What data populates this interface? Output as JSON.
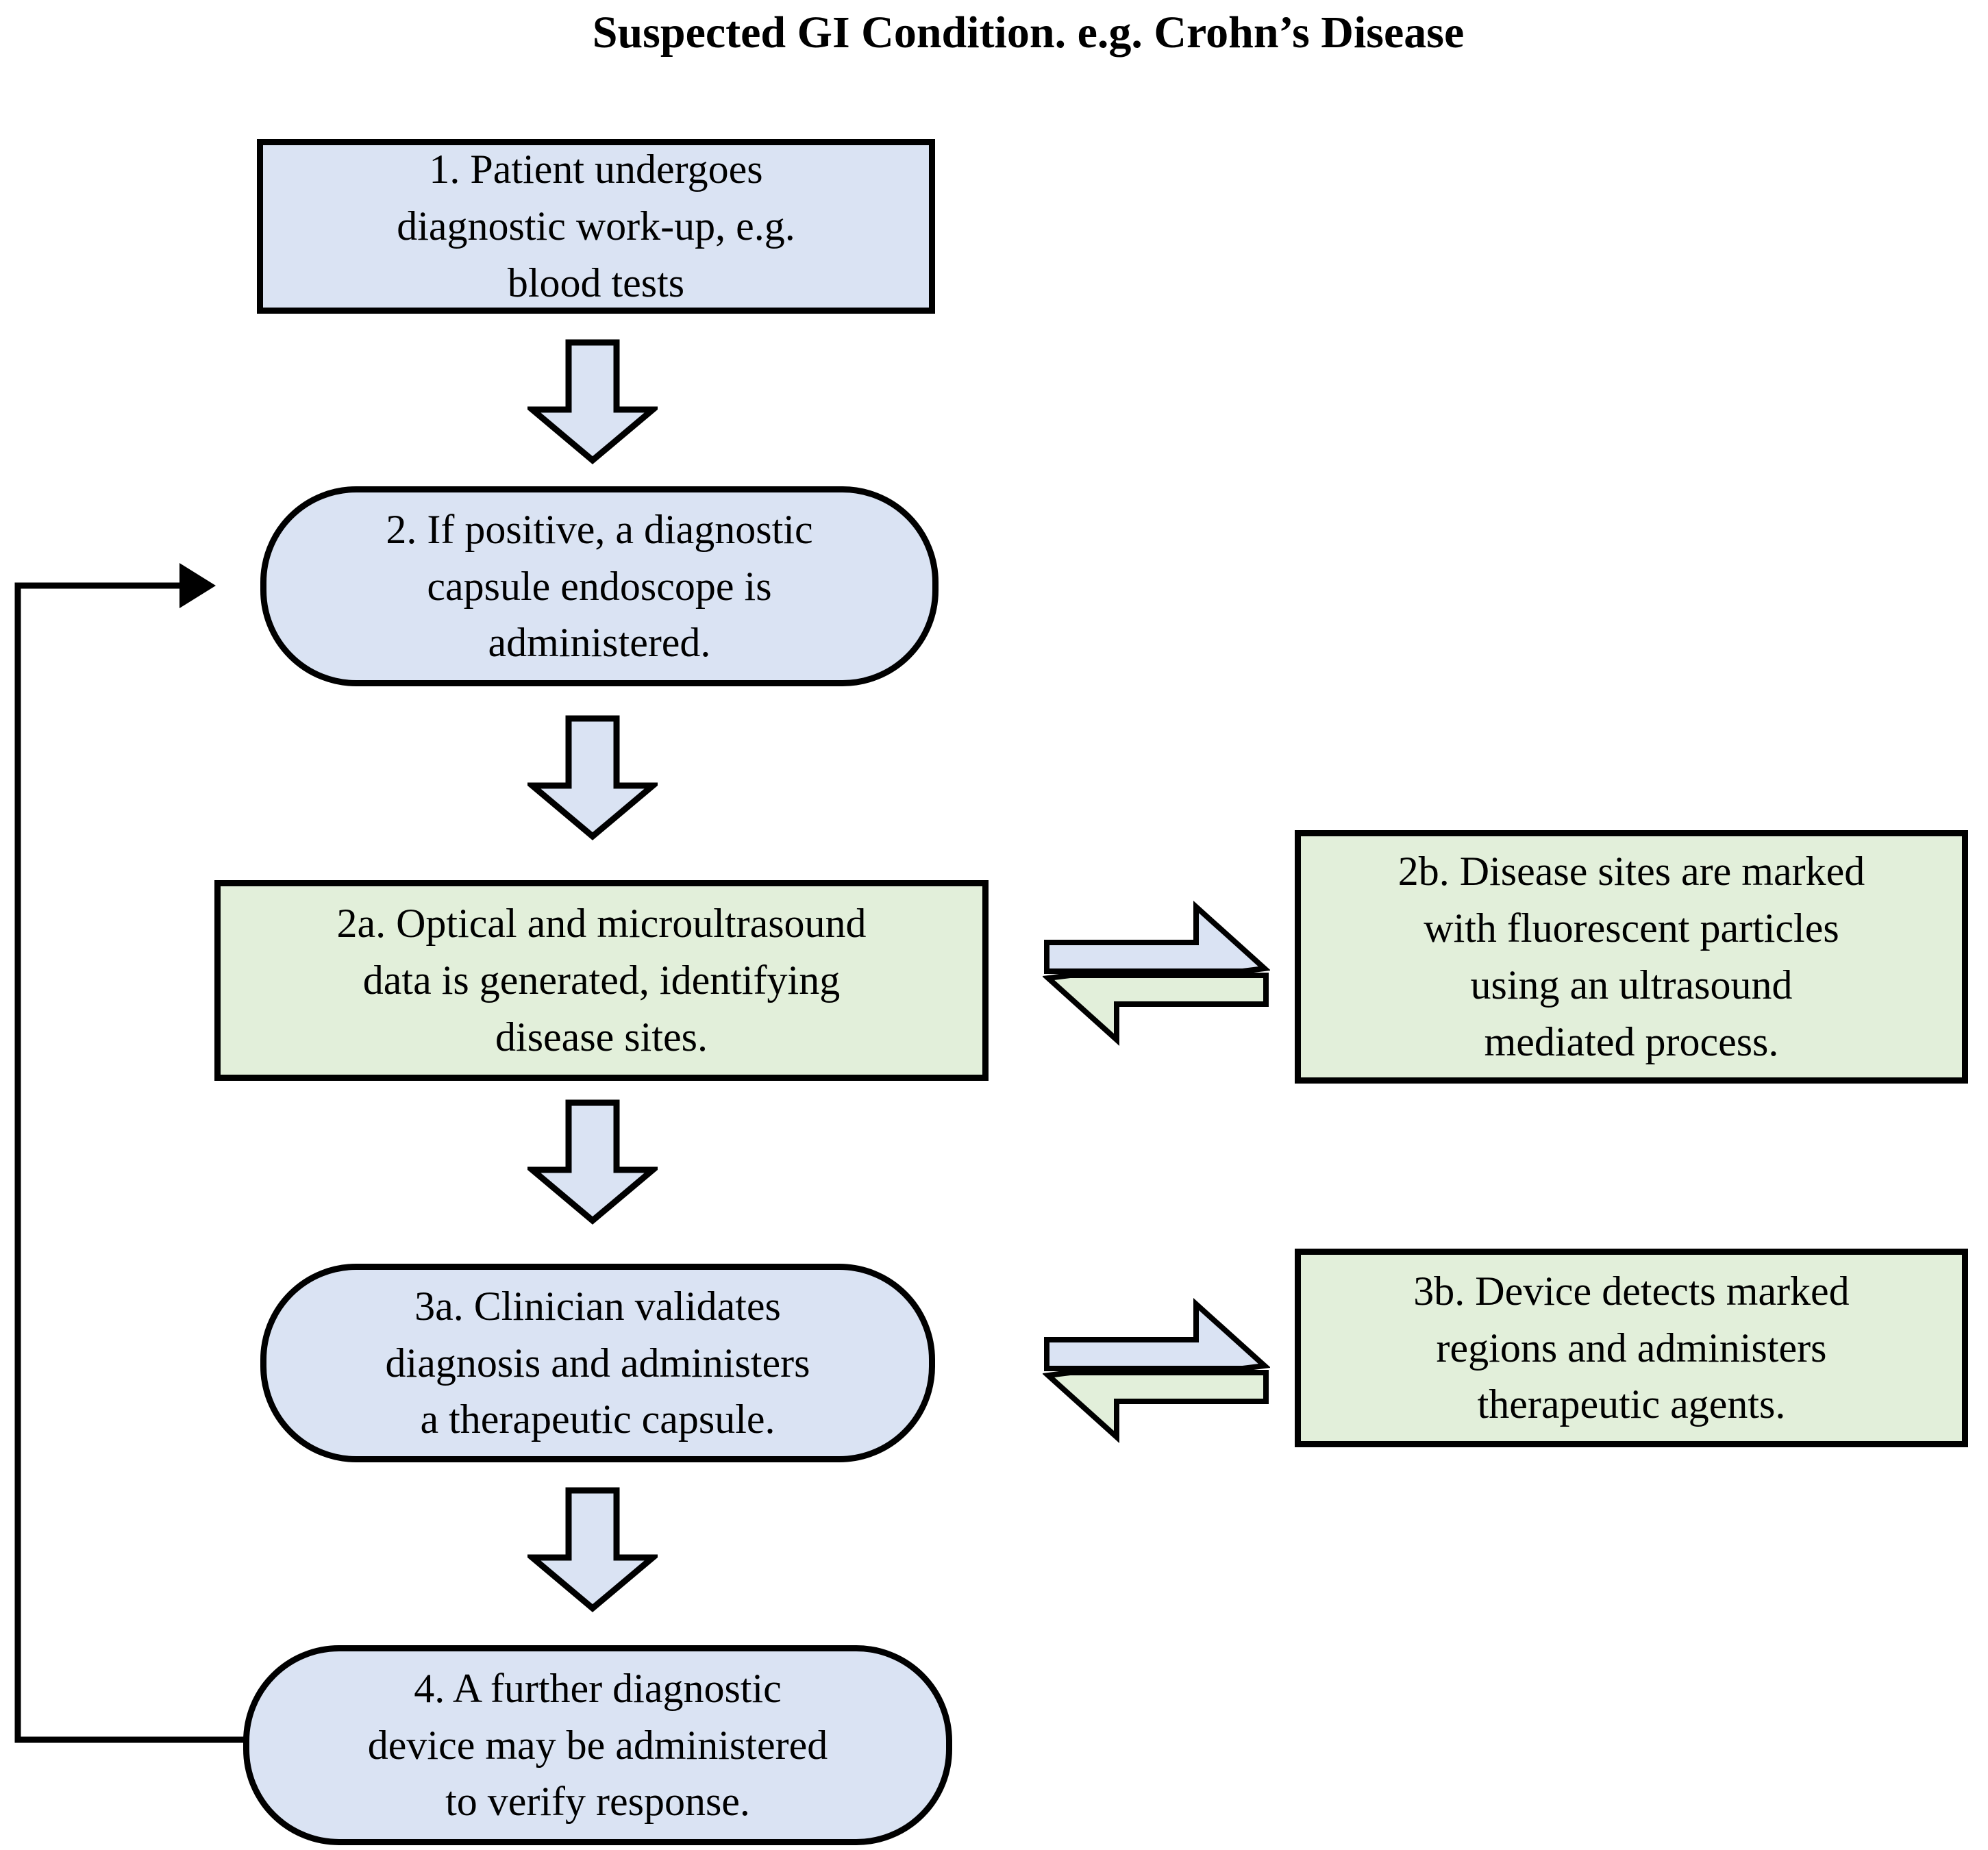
{
  "title": "Suspected GI Condition. e.g. Crohn’s Disease",
  "colors": {
    "box_blue": "#dae3f3",
    "box_green": "#e2efda",
    "outline": "#000000",
    "background": "#ffffff"
  },
  "nodes": [
    {
      "id": "1",
      "shape": "rectangle",
      "color": "blue",
      "text": "1. Patient undergoes\ndiagnostic work-up, e.g.\nblood tests"
    },
    {
      "id": "2",
      "shape": "stadium",
      "color": "blue",
      "text": "2. If positive, a diagnostic\ncapsule endoscope is\nadministered."
    },
    {
      "id": "2a",
      "shape": "rectangle",
      "color": "green",
      "text": "2a. Optical and microultrasound\ndata is generated, identifying\ndisease sites."
    },
    {
      "id": "2b",
      "shape": "rectangle",
      "color": "green",
      "text": "2b. Disease sites are marked\nwith fluorescent particles\nusing an ultrasound\nmediated process."
    },
    {
      "id": "3a",
      "shape": "stadium",
      "color": "blue",
      "text": "3a. Clinician validates\ndiagnosis and administers\na therapeutic capsule."
    },
    {
      "id": "3b",
      "shape": "rectangle",
      "color": "green",
      "text": "3b. Device detects marked\nregions and administers\ntherapeutic agents."
    },
    {
      "id": "4",
      "shape": "stadium",
      "color": "blue",
      "text": "4. A further diagnostic\ndevice may be administered\nto verify response."
    }
  ],
  "connections": [
    {
      "from": "1",
      "to": "2",
      "type": "block-down-arrow"
    },
    {
      "from": "2",
      "to": "2a",
      "type": "block-down-arrow"
    },
    {
      "from": "2a",
      "to": "2b",
      "type": "bidirectional-swap-arrows"
    },
    {
      "from": "2a",
      "to": "3a",
      "type": "block-down-arrow"
    },
    {
      "from": "3a",
      "to": "3b",
      "type": "bidirectional-swap-arrows"
    },
    {
      "from": "3a",
      "to": "4",
      "type": "block-down-arrow"
    },
    {
      "from": "4",
      "to": "2",
      "type": "feedback-elbow-arrow"
    }
  ]
}
